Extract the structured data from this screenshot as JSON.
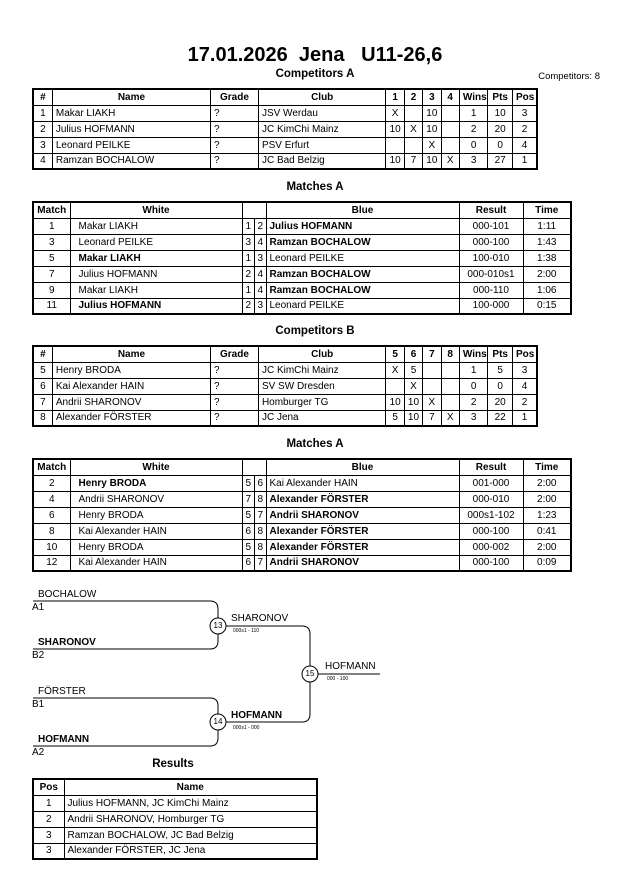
{
  "header": {
    "title": "17.01.2026  Jena   U11-26,6",
    "competitors_count": "Competitors: 8"
  },
  "competitors_a": {
    "title": "Competitors A",
    "columns": [
      "#",
      "Name",
      "Grade",
      "Club",
      "1",
      "2",
      "3",
      "4",
      "Wins",
      "Pts",
      "Pos"
    ],
    "rows": [
      {
        "num": "1",
        "name": "Makar LIAKH",
        "grade": "?",
        "club": "JSV Werdau",
        "m1": "X",
        "m2": "",
        "m3": "10",
        "m4": "",
        "wins": "1",
        "pts": "10",
        "pos": "3"
      },
      {
        "num": "2",
        "name": "Julius HOFMANN",
        "grade": "?",
        "club": "JC KimChi Mainz",
        "m1": "10",
        "m2": "X",
        "m3": "10",
        "m4": "",
        "wins": "2",
        "pts": "20",
        "pos": "2"
      },
      {
        "num": "3",
        "name": "Leonard PEILKE",
        "grade": "?",
        "club": "PSV Erfurt",
        "m1": "",
        "m2": "",
        "m3": "X",
        "m4": "",
        "wins": "0",
        "pts": "0",
        "pos": "4"
      },
      {
        "num": "4",
        "name": "Ramzan BOCHALOW",
        "grade": "?",
        "club": "JC Bad Belzig",
        "m1": "10",
        "m2": "7",
        "m3": "10",
        "m4": "X",
        "wins": "3",
        "pts": "27",
        "pos": "1"
      }
    ]
  },
  "matches_a": {
    "title": "Matches A",
    "columns": [
      "Match",
      "White",
      "Blue",
      "Result",
      "Time"
    ],
    "rows": [
      {
        "match": "1",
        "white": "Makar LIAKH",
        "wn": "1",
        "bn": "2",
        "blue": "Julius HOFMANN",
        "result": "000-101",
        "time": "1:11"
      },
      {
        "match": "3",
        "white": "Leonard PEILKE",
        "wn": "3",
        "bn": "4",
        "blue": "Ramzan BOCHALOW",
        "result": "000-100",
        "time": "1:43"
      },
      {
        "match": "5",
        "white": "Makar LIAKH",
        "wn": "1",
        "bn": "3",
        "blue": "Leonard PEILKE",
        "result": "100-010",
        "time": "1:38"
      },
      {
        "match": "7",
        "white": "Julius HOFMANN",
        "wn": "2",
        "bn": "4",
        "blue": "Ramzan BOCHALOW",
        "result": "000-010s1",
        "time": "2:00"
      },
      {
        "match": "9",
        "white": "Makar LIAKH",
        "wn": "1",
        "bn": "4",
        "blue": "Ramzan BOCHALOW",
        "result": "000-110",
        "time": "1:06"
      },
      {
        "match": "11",
        "white": "Julius HOFMANN",
        "wn": "2",
        "bn": "3",
        "blue": "Leonard PEILKE",
        "result": "100-000",
        "time": "0:15"
      }
    ]
  },
  "competitors_b": {
    "title": "Competitors B",
    "columns": [
      "#",
      "Name",
      "Grade",
      "Club",
      "5",
      "6",
      "7",
      "8",
      "Wins",
      "Pts",
      "Pos"
    ],
    "rows": [
      {
        "num": "5",
        "name": "Henry BRODA",
        "grade": "?",
        "club": "JC KimChi Mainz",
        "m1": "X",
        "m2": "5",
        "m3": "",
        "m4": "",
        "wins": "1",
        "pts": "5",
        "pos": "3"
      },
      {
        "num": "6",
        "name": "Kai Alexander HAIN",
        "grade": "?",
        "club": "SV SW Dresden",
        "m1": "",
        "m2": "X",
        "m3": "",
        "m4": "",
        "wins": "0",
        "pts": "0",
        "pos": "4"
      },
      {
        "num": "7",
        "name": "Andrii SHARONOV",
        "grade": "?",
        "club": "Homburger TG",
        "m1": "10",
        "m2": "10",
        "m3": "X",
        "m4": "",
        "wins": "2",
        "pts": "20",
        "pos": "2"
      },
      {
        "num": "8",
        "name": "Alexander FÖRSTER",
        "grade": "?",
        "club": "JC Jena",
        "m1": "5",
        "m2": "10",
        "m3": "7",
        "m4": "X",
        "wins": "3",
        "pts": "22",
        "pos": "1"
      }
    ]
  },
  "matches_b": {
    "title": "Matches A",
    "columns": [
      "Match",
      "White",
      "Blue",
      "Result",
      "Time"
    ],
    "rows": [
      {
        "match": "2",
        "white": "Henry BRODA",
        "wn": "5",
        "bn": "6",
        "blue": "Kai Alexander HAIN",
        "result": "001-000",
        "time": "2:00"
      },
      {
        "match": "4",
        "white": "Andrii SHARONOV",
        "wn": "7",
        "bn": "8",
        "blue": "Alexander FÖRSTER",
        "result": "000-010",
        "time": "2:00"
      },
      {
        "match": "6",
        "white": "Henry BRODA",
        "wn": "5",
        "bn": "7",
        "blue": "Andrii SHARONOV",
        "result": "000s1-102",
        "time": "1:23"
      },
      {
        "match": "8",
        "white": "Kai Alexander HAIN",
        "wn": "6",
        "bn": "8",
        "blue": "Alexander FÖRSTER",
        "result": "000-100",
        "time": "0:41"
      },
      {
        "match": "10",
        "white": "Henry BRODA",
        "wn": "5",
        "bn": "8",
        "blue": "Alexander FÖRSTER",
        "result": "000-002",
        "time": "2:00"
      },
      {
        "match": "12",
        "white": "Kai Alexander HAIN",
        "wn": "6",
        "bn": "7",
        "blue": "Andrii SHARONOV",
        "result": "000-100",
        "time": "0:09"
      }
    ]
  },
  "bracket": {
    "sf1_top_name": "BOCHALOW",
    "sf1_top_seed": "A1",
    "sf1_bottom_name": "SHARONOV",
    "sf1_bottom_seed": "B2",
    "sf1_match": "13",
    "sf1_winner": "SHARONOV",
    "sf1_score": "000s1 - 110",
    "sf2_top_name": "FÖRSTER",
    "sf2_top_seed": "B1",
    "sf2_bottom_name": "HOFMANN",
    "sf2_bottom_seed": "A2",
    "sf2_match": "14",
    "sf2_winner": "HOFMANN",
    "sf2_score": "000s1 - 000",
    "final_match": "15",
    "final_winner": "HOFMANN",
    "final_score": "000 - 100"
  },
  "results": {
    "title": "Results",
    "columns": [
      "Pos",
      "Name"
    ],
    "rows": [
      {
        "pos": "1",
        "name": "Julius HOFMANN, JC KimChi Mainz"
      },
      {
        "pos": "2",
        "name": "Andrii SHARONOV, Homburger TG"
      },
      {
        "pos": "3",
        "name": "Ramzan BOCHALOW, JC Bad Belzig"
      },
      {
        "pos": "3",
        "name": "Alexander FÖRSTER, JC Jena"
      }
    ]
  }
}
